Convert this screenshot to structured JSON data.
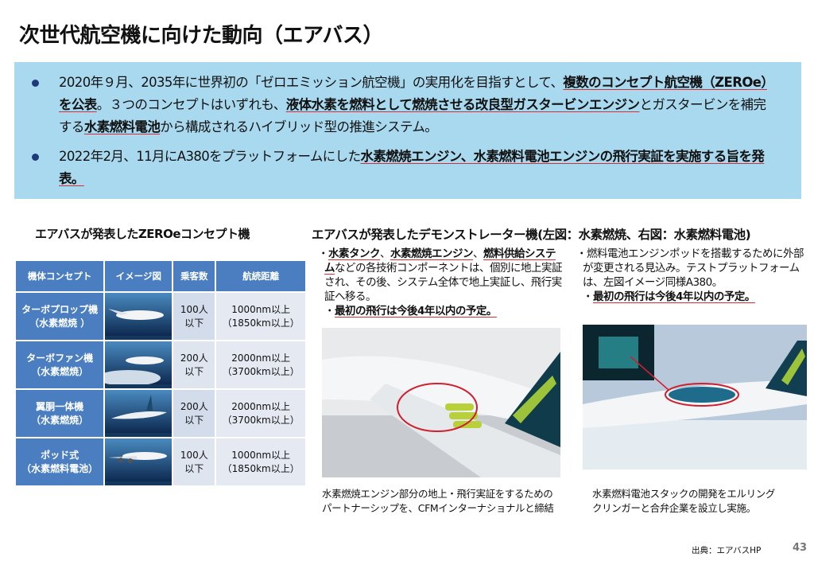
{
  "title": "次世代航空機に向けた動向（エアバス）",
  "bullets": [
    {
      "p1": "2020年９月、2035年に世界初の「ゼロエミッション航空機」の実用化を目指すとして、",
      "b1": "複数のコンセプト航空機（ZEROe）を公表",
      "p2": "。３つのコンセプトはいずれも、",
      "b2": "液体水素を燃料として燃焼させる改良型ガスタービンエンジン",
      "p3": "とガスタービンを補完する",
      "b3": "水素燃料電池",
      "p4": "から構成されるハイブリッド型の推進システム。"
    },
    {
      "p1": "2022年2月、11月にA380をプラットフォームにした",
      "b1": "水素燃焼エンジン、水素燃料電池エンジンの飛行実証を実施する旨を発表。"
    }
  ],
  "left_heading": "エアバスが発表したZEROeコンセプト機",
  "table": {
    "headers": [
      "機体コンセプト",
      "イメージ図",
      "乗客数",
      "航続距離"
    ],
    "rows": [
      {
        "concept": "ターボプロップ機",
        "type": "（水素燃焼 ）",
        "pax1": "100人",
        "pax2": "以下",
        "range1": "1000nm以上",
        "range2": "（1850km以上）"
      },
      {
        "concept": "ターボファン機",
        "type": "（水素燃焼）",
        "pax1": "200人",
        "pax2": "以下",
        "range1": "2000nm以上",
        "range2": "（3700km以上）"
      },
      {
        "concept": "翼胴一体機",
        "type": "（水素燃焼）",
        "pax1": "200人",
        "pax2": "以下",
        "range1": "2000nm以上",
        "range2": "（3700km以上）"
      },
      {
        "concept": "ポッド式",
        "type": "（水素燃料電池）",
        "pax1": "100人",
        "pax2": "以下",
        "range1": "1000nm以上",
        "range2": "（1850km以上）"
      }
    ]
  },
  "right_heading": "エアバスが発表したデモンストレーター機(左図：水素燃焼、右図：水素燃料電池)",
  "demo_left": {
    "b1": "水素タンク",
    "s1": "、",
    "b2": "水素燃焼エンジン",
    "s2": "、",
    "b3": "燃料供給システム",
    "p1": "などの各技術コンポーネントは、個別に地上実証され、その後、システム全体で地上実証し、飛行実証へ移る。",
    "b4": "最初の飛行は今後4年以内の予定。",
    "caption1": "水素燃焼エンジン部分の地上・飛行実証をするための",
    "caption2": "パートナーシップを、CFMインターナショナルと締結"
  },
  "demo_right": {
    "p1": "燃料電池エンジンポッドを搭載するために外部が変更される見込み。テストプラットフォームは、左図イメージ同様A380。",
    "b1": "最初の飛行は今後4年以内の予定。",
    "caption1": "水素燃料電池スタックの開発をエルリング",
    "caption2": "クリンガーと合弁企業を設立し実施。"
  },
  "source": "出典：エアバスHP",
  "page_number": "43"
}
